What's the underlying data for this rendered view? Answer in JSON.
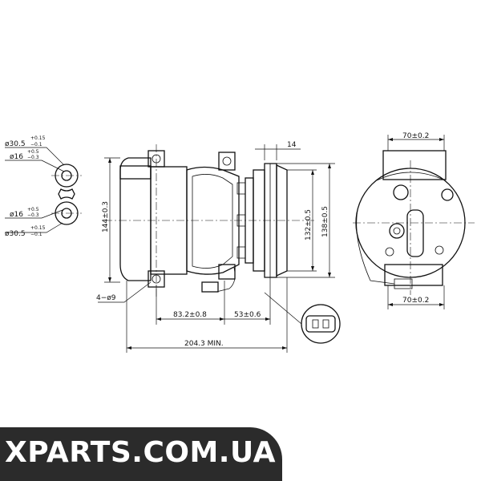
{
  "dimensions": {
    "port_top_outer": "ø30.5",
    "port_top_outer_tol_upper": "+0.15",
    "port_top_outer_tol_lower": "−0.1",
    "port_top_inner": "ø16",
    "port_top_inner_tol_upper": "+0.5",
    "port_top_inner_tol_lower": "−0.3",
    "port_bot_inner": "ø16",
    "port_bot_inner_tol_upper": "+0.5",
    "port_bot_inner_tol_lower": "−0.3",
    "port_bot_outer": "ø30.5",
    "port_bot_outer_tol_upper": "+0.15",
    "port_bot_outer_tol_lower": "−0.1",
    "mount_holes": "4−ø9",
    "height_144": "144±0.3",
    "width_14": "14",
    "pulley_132": "132±0.5",
    "height_138": "138±0.5",
    "length_83": "83.2±0.8",
    "length_53": "53±0.6",
    "overall_length": "204.3 MIN.",
    "end_top_70": "70±0.2",
    "end_bottom_70": "70±0.2"
  },
  "watermark": {
    "text": "XPARTS.COM.UA",
    "band_color": "#2b2b2b",
    "text_color": "#ffffff"
  }
}
